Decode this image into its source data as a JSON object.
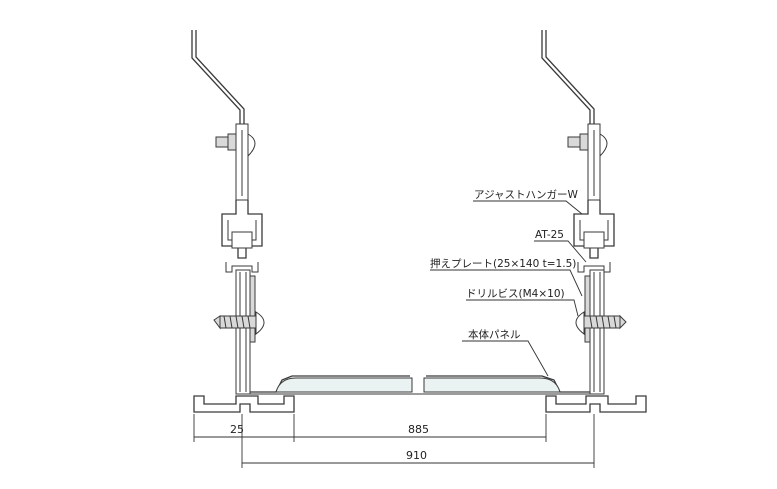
{
  "labels": {
    "hanger": "アジャストハンガーW",
    "at25": "AT-25",
    "plate": "押えプレート(25×140 t=1.5)",
    "screw": "ドリルビス(M4×10)",
    "panel": "本体パネル"
  },
  "dimensions": {
    "d25": "25",
    "d885": "885",
    "d910": "910"
  },
  "colors": {
    "panel_fill": "#eaf3f1",
    "line": "#3a3a3a"
  }
}
